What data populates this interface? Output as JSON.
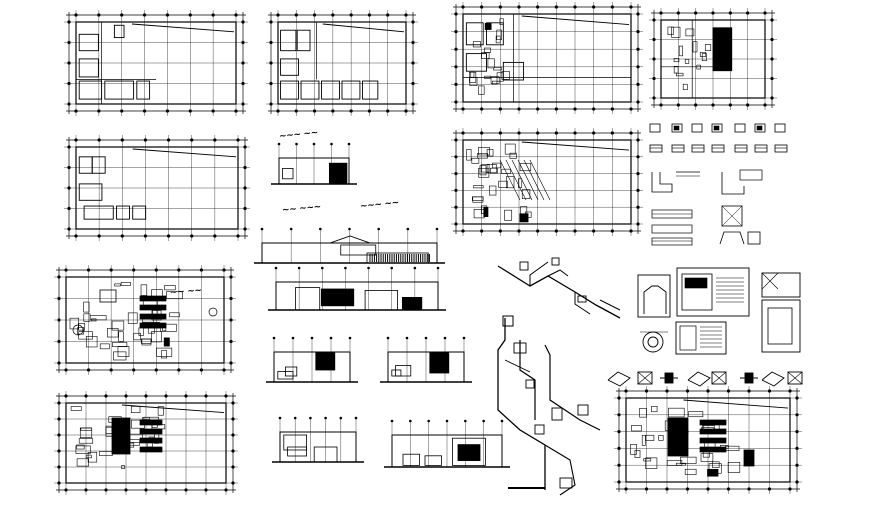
{
  "sheet": {
    "background": "#ffffff",
    "ink": "#000000",
    "drawings": [
      {
        "id": "floor-plan-1",
        "kind": "plan"
      },
      {
        "id": "floor-plan-2",
        "kind": "plan"
      },
      {
        "id": "floor-plan-3",
        "kind": "plan"
      },
      {
        "id": "floor-plan-4",
        "kind": "plan"
      },
      {
        "id": "roof-plan",
        "kind": "plan"
      },
      {
        "id": "elevation-a",
        "kind": "elevation"
      },
      {
        "id": "elevation-b",
        "kind": "elevation"
      },
      {
        "id": "foundation-plan",
        "kind": "plan"
      },
      {
        "id": "construction-details",
        "kind": "details"
      },
      {
        "id": "furniture-plan",
        "kind": "plan"
      },
      {
        "id": "section-a",
        "kind": "section"
      },
      {
        "id": "section-b",
        "kind": "section"
      },
      {
        "id": "section-c",
        "kind": "section"
      },
      {
        "id": "section-d",
        "kind": "section"
      },
      {
        "id": "section-e",
        "kind": "section"
      },
      {
        "id": "section-f",
        "kind": "section"
      },
      {
        "id": "plumbing-isometric",
        "kind": "isometric"
      },
      {
        "id": "septic-details",
        "kind": "details"
      },
      {
        "id": "fittings-details",
        "kind": "details"
      },
      {
        "id": "ground-floor-plan",
        "kind": "plan"
      },
      {
        "id": "site-plan",
        "kind": "plan"
      }
    ]
  }
}
